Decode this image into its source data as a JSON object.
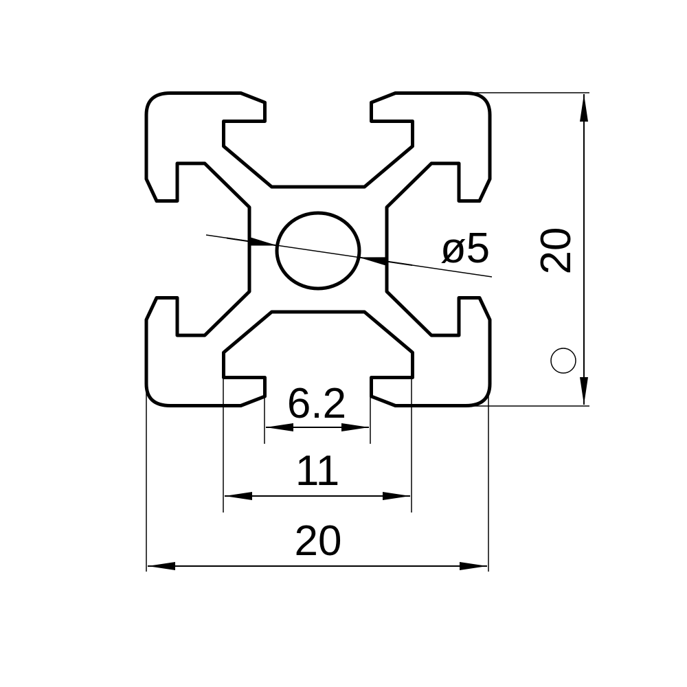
{
  "drawing": {
    "line_color": "#000000",
    "background": "#ffffff",
    "profile_width_mm": 20,
    "profile_height_mm": 20,
    "slot_opening_mm": 6.2,
    "slot_inner_width_mm": 11,
    "bore_diameter_mm": 5
  },
  "dimensions": {
    "height_label": "20",
    "width_label": "20",
    "slot_inner_label": "11",
    "slot_opening_label": "6.2",
    "bore_label": "ø5"
  }
}
